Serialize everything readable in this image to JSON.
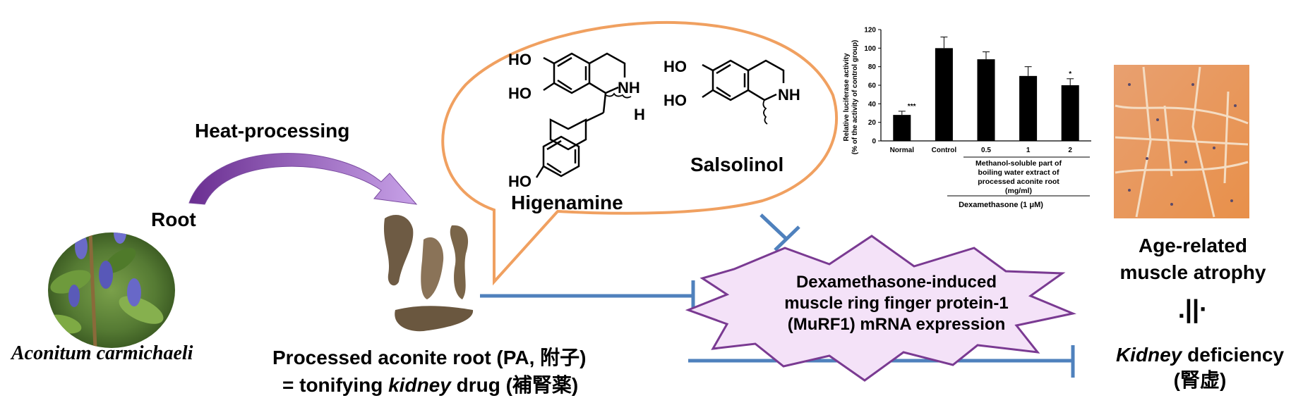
{
  "plant": {
    "species_name": "Aconitum carmichaeli",
    "part_label": "Root"
  },
  "process": {
    "arrow_label": "Heat-processing"
  },
  "drug": {
    "line1_prefix": "Processed  aconite  root (PA, ",
    "line1_kanji": "附子",
    "line1_suffix": ")",
    "line2_prefix": "= tonifying ",
    "line2_italic": "kidney",
    "line2_suffix": " drug (",
    "line2_kanji": "補腎薬",
    "line2_close": ")"
  },
  "compounds": {
    "higenamine_name": "Higenamine",
    "salsolinol_name": "Salsolinol",
    "atoms": {
      "ho": "HO",
      "nh": "NH",
      "h": "H"
    }
  },
  "target": {
    "line1": "Dexamethasone-induced",
    "line2": "muscle ring finger protein-1",
    "line3": "(MuRF1) mRNA expression"
  },
  "outcome": {
    "line1": "Age-related",
    "line2": "muscle atrophy",
    "symbol": ".||·",
    "line3_italic": "Kidney",
    "line3_rest": " deficiency",
    "line4": "(腎虚)"
  },
  "chart_data": {
    "type": "bar",
    "categories": [
      "Normal",
      "Control",
      "0.5",
      "1",
      "2"
    ],
    "values": [
      28,
      100,
      88,
      70,
      60
    ],
    "errors": [
      4,
      12,
      8,
      10,
      7
    ],
    "significance": [
      "***",
      "",
      "",
      "",
      "*"
    ],
    "ylabel_line1": "Relative luciferase activity",
    "ylabel_line2": "(% of the activity of control group)",
    "yticks": [
      "0",
      "20",
      "40",
      "60",
      "80",
      "100",
      "120"
    ],
    "ylim": [
      0,
      120
    ],
    "group_label_lines": [
      "Methanol-soluble part of",
      "boiling water extract of",
      "processed aconite root",
      "(mg/ml)"
    ],
    "bottom_label": "Dexamethasone (1 μM)",
    "bar_color": "#000000"
  },
  "colors": {
    "inhibit_arrow": "#4f81bd",
    "bubble_stroke": "#f0a060",
    "star_fill": "#f4e2f8",
    "star_stroke": "#7a3a92",
    "process_arrow": "#9a5fc0"
  }
}
